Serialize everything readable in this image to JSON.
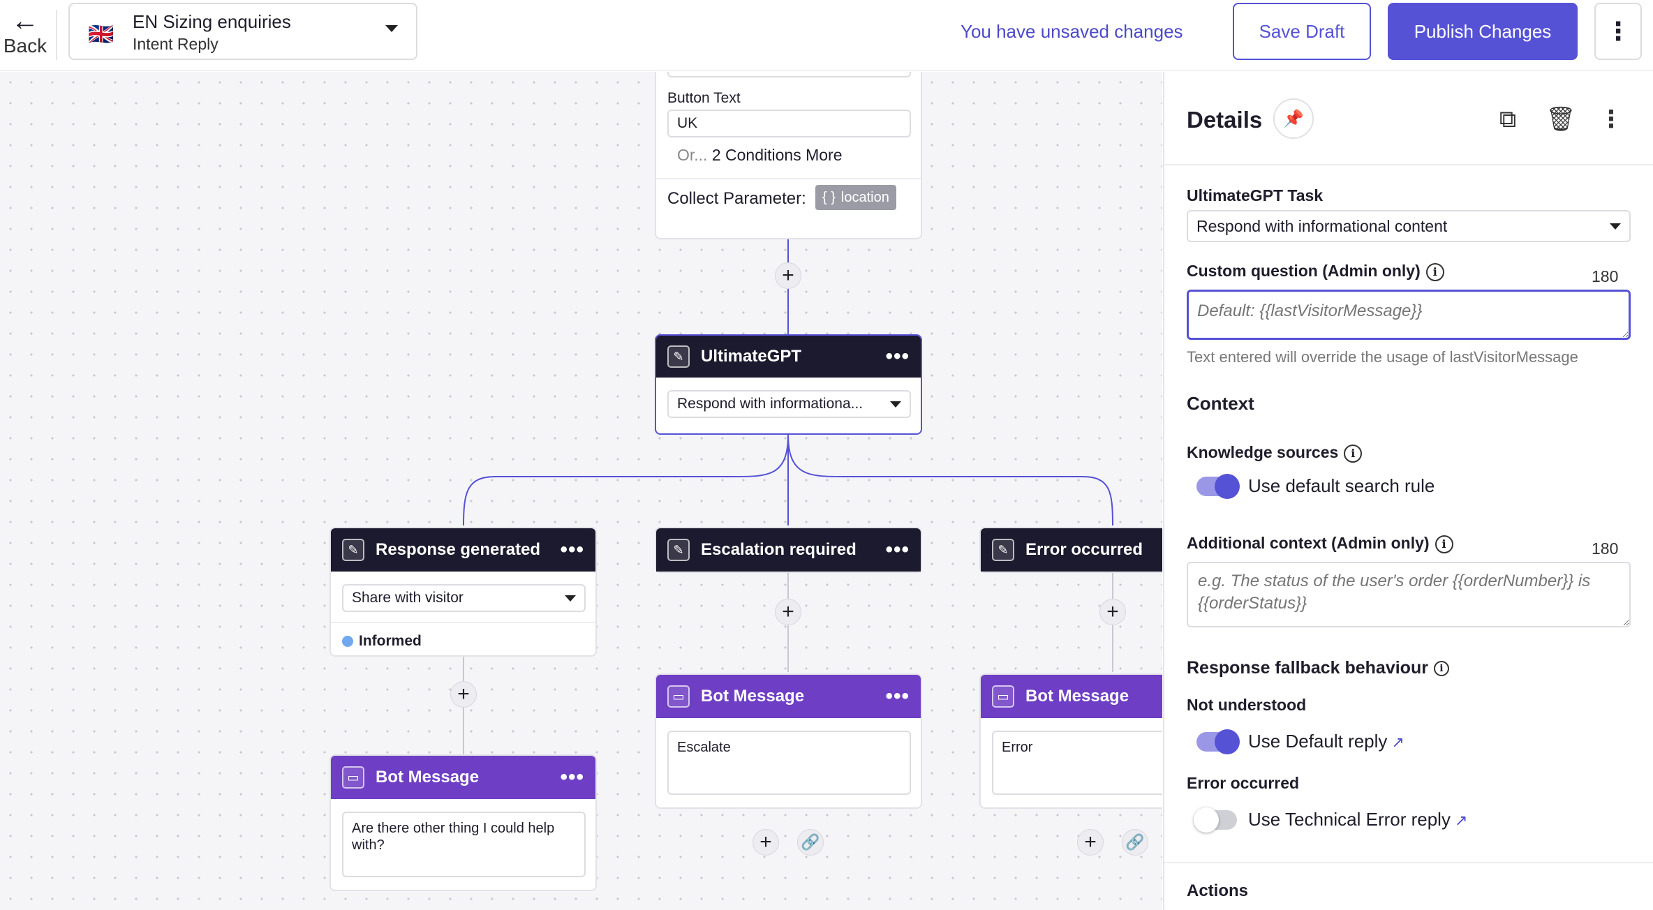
{
  "header": {
    "back_label": "Back",
    "flag": "🇬🇧",
    "intent_title": "EN Sizing enquiries",
    "intent_subtitle": "Intent Reply",
    "unsaved": "You have unsaved changes",
    "save_draft": "Save Draft",
    "publish": "Publish Changes"
  },
  "canvas": {
    "top_card": {
      "button_text_label": "Button Text",
      "button_text_value": "UK",
      "or_prefix": "Or...",
      "conditions_more": "2 Conditions More",
      "collect_label": "Collect Parameter:",
      "collect_param": "location"
    },
    "gpt_node": {
      "title": "UltimateGPT",
      "select": "Respond with informationa..."
    },
    "branches": [
      {
        "title": "Response generated",
        "select": "Share with visitor",
        "status": "Informed"
      },
      {
        "title": "Escalation required"
      },
      {
        "title": "Error occurred"
      }
    ],
    "bot_messages": [
      {
        "title": "Bot Message",
        "text": "Are there other thing I could help with?"
      },
      {
        "title": "Bot Message",
        "text": "Escalate"
      },
      {
        "title": "Bot Message",
        "text": "Error"
      }
    ]
  },
  "panel": {
    "title": "Details",
    "task_label": "UltimateGPT Task",
    "task_value": "Respond with informational content",
    "custom_q_label": "Custom question (Admin only)",
    "custom_q_count": "180",
    "custom_q_placeholder": "Default: {{lastVisitorMessage}}",
    "custom_q_hint": "Text entered will override the usage of lastVisitorMessage",
    "context_heading": "Context",
    "knowledge_label": "Knowledge sources",
    "knowledge_toggle": "Use default search rule",
    "additional_label": "Additional context (Admin only)",
    "additional_count": "180",
    "additional_placeholder": "e.g. The status of the user's order {{orderNumber}} is {{orderStatus}}",
    "fallback_heading": "Response fallback behaviour",
    "not_understood_label": "Not understood",
    "not_understood_toggle": "Use Default reply",
    "error_label": "Error occurred",
    "error_toggle": "Use Technical Error reply",
    "actions_heading": "Actions"
  }
}
